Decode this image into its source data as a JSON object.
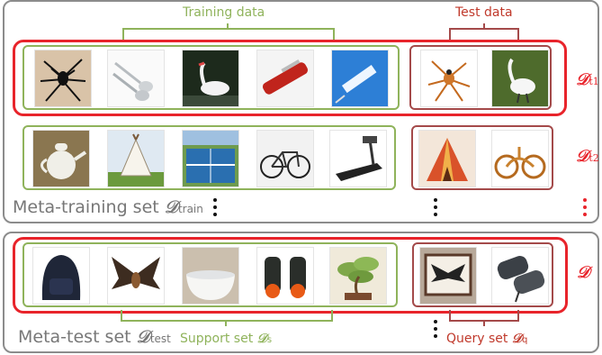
{
  "labels": {
    "training_data": "Training data",
    "test_data": "Test data",
    "support_set": "Support set ",
    "support_sym": "𝒟",
    "support_sub": "s",
    "query_set": "Query set ",
    "query_sym": "𝒟",
    "query_sub": "q"
  },
  "meta_training": {
    "title": "Meta-training set ",
    "sym": "𝒟",
    "sub": "train"
  },
  "meta_test": {
    "title": "Meta-test set ",
    "sym": "𝒟",
    "sub": "test"
  },
  "tasks": [
    {
      "sym": "𝒟",
      "sub": "t1"
    },
    {
      "sym": "𝒟",
      "sub": "t2"
    },
    {
      "sym": "𝒟",
      "sub": ""
    }
  ],
  "ellipsis": "⋮",
  "images": {
    "row1": [
      "spider",
      "spoons",
      "swan",
      "pocket-knife",
      "syringe"
    ],
    "row1_test": [
      "spider",
      "swan"
    ],
    "row2": [
      "teapot",
      "tipi",
      "tennis-court",
      "bicycle",
      "treadmill"
    ],
    "row2_test": [
      "tipi",
      "bicycle"
    ],
    "row3": [
      "backpack",
      "bat",
      "bathtub",
      "binoculars",
      "bonsai"
    ],
    "row3_query": [
      "bat",
      "binoculars"
    ]
  },
  "colors": {
    "red": "#e8242b",
    "green": "#8fb35b",
    "maroon": "#a44a4a",
    "gray": "#8c8c8c"
  }
}
